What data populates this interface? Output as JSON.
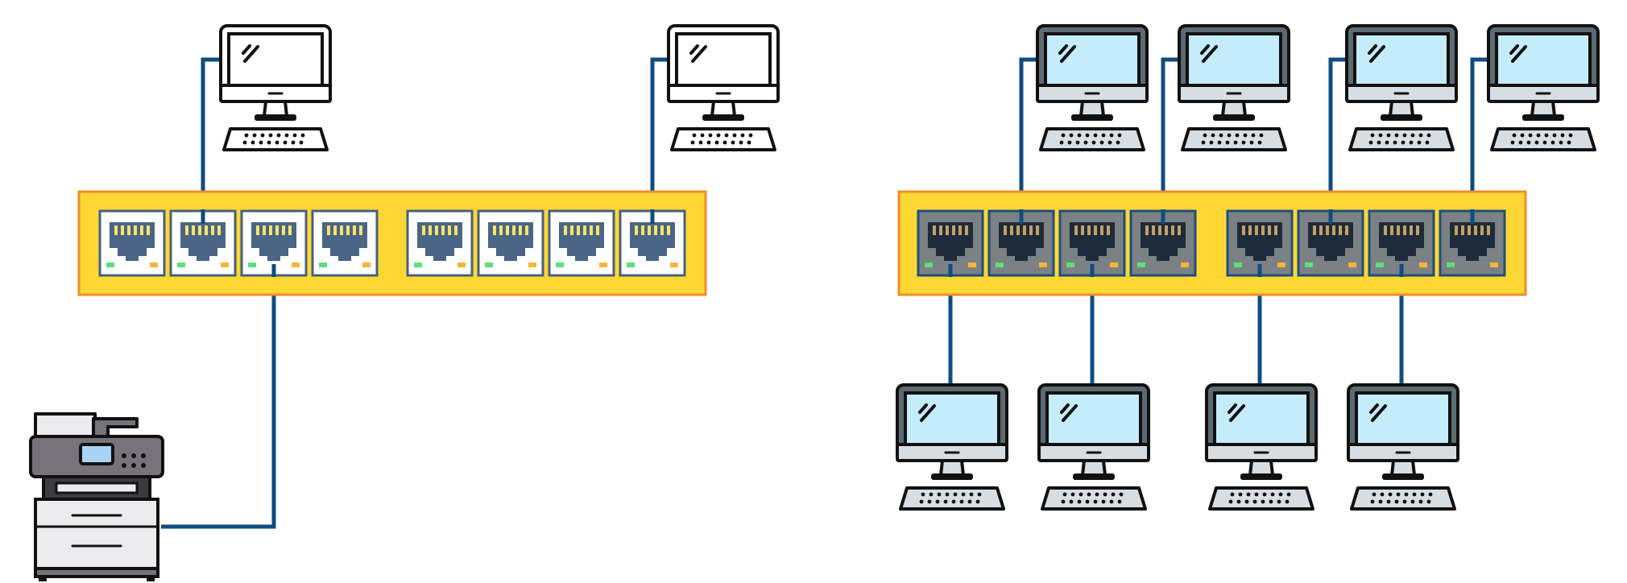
{
  "colors": {
    "background": "#ffffff",
    "switch_fill": "#fdd835",
    "switch_border": "#f28c28",
    "cable": "#0f4c81",
    "port_face_light": "#ffffff",
    "port_frame_light": "#47607f",
    "port_plug_light": "#4a6585",
    "port_pins_light": "#f4e56a",
    "port_face_dark": "#7b8184",
    "port_frame_dark": "#1f4f7a",
    "port_plug_dark": "#1e2b3a",
    "port_pins_dark": "#c2a166",
    "led_green": "#5de07a",
    "led_amber": "#f6b53b",
    "outline": "#111111",
    "screen_light": "#ffffff",
    "screen_blue": "#c4ecfb",
    "bezel_dark": "#5d6a72",
    "printer_gray": "#77737a",
    "printer_body": "#ececef",
    "printer_panel": "#a9d3f5"
  },
  "diagrams": [
    {
      "name": "left-network",
      "port_style": "light",
      "port_count": 8,
      "connected_ports": [
        2,
        3,
        8
      ],
      "devices": [
        {
          "type": "desktop-computer",
          "screen_style": "white",
          "port": 2
        },
        {
          "type": "desktop-computer",
          "screen_style": "white",
          "port": 8
        },
        {
          "type": "multifunction-printer",
          "port": 3
        }
      ]
    },
    {
      "name": "right-network",
      "port_style": "dark",
      "port_count": 8,
      "connected_ports": [
        1,
        2,
        3,
        4,
        5,
        6,
        7,
        8
      ],
      "devices": [
        {
          "type": "desktop-computer",
          "screen_style": "blue",
          "port": 2
        },
        {
          "type": "desktop-computer",
          "screen_style": "blue",
          "port": 4
        },
        {
          "type": "desktop-computer",
          "screen_style": "blue",
          "port": 6
        },
        {
          "type": "desktop-computer",
          "screen_style": "blue",
          "port": 8
        },
        {
          "type": "desktop-computer",
          "screen_style": "blue",
          "port": 1
        },
        {
          "type": "desktop-computer",
          "screen_style": "blue",
          "port": 3
        },
        {
          "type": "desktop-computer",
          "screen_style": "blue",
          "port": 5
        },
        {
          "type": "desktop-computer",
          "screen_style": "blue",
          "port": 7
        }
      ]
    }
  ]
}
